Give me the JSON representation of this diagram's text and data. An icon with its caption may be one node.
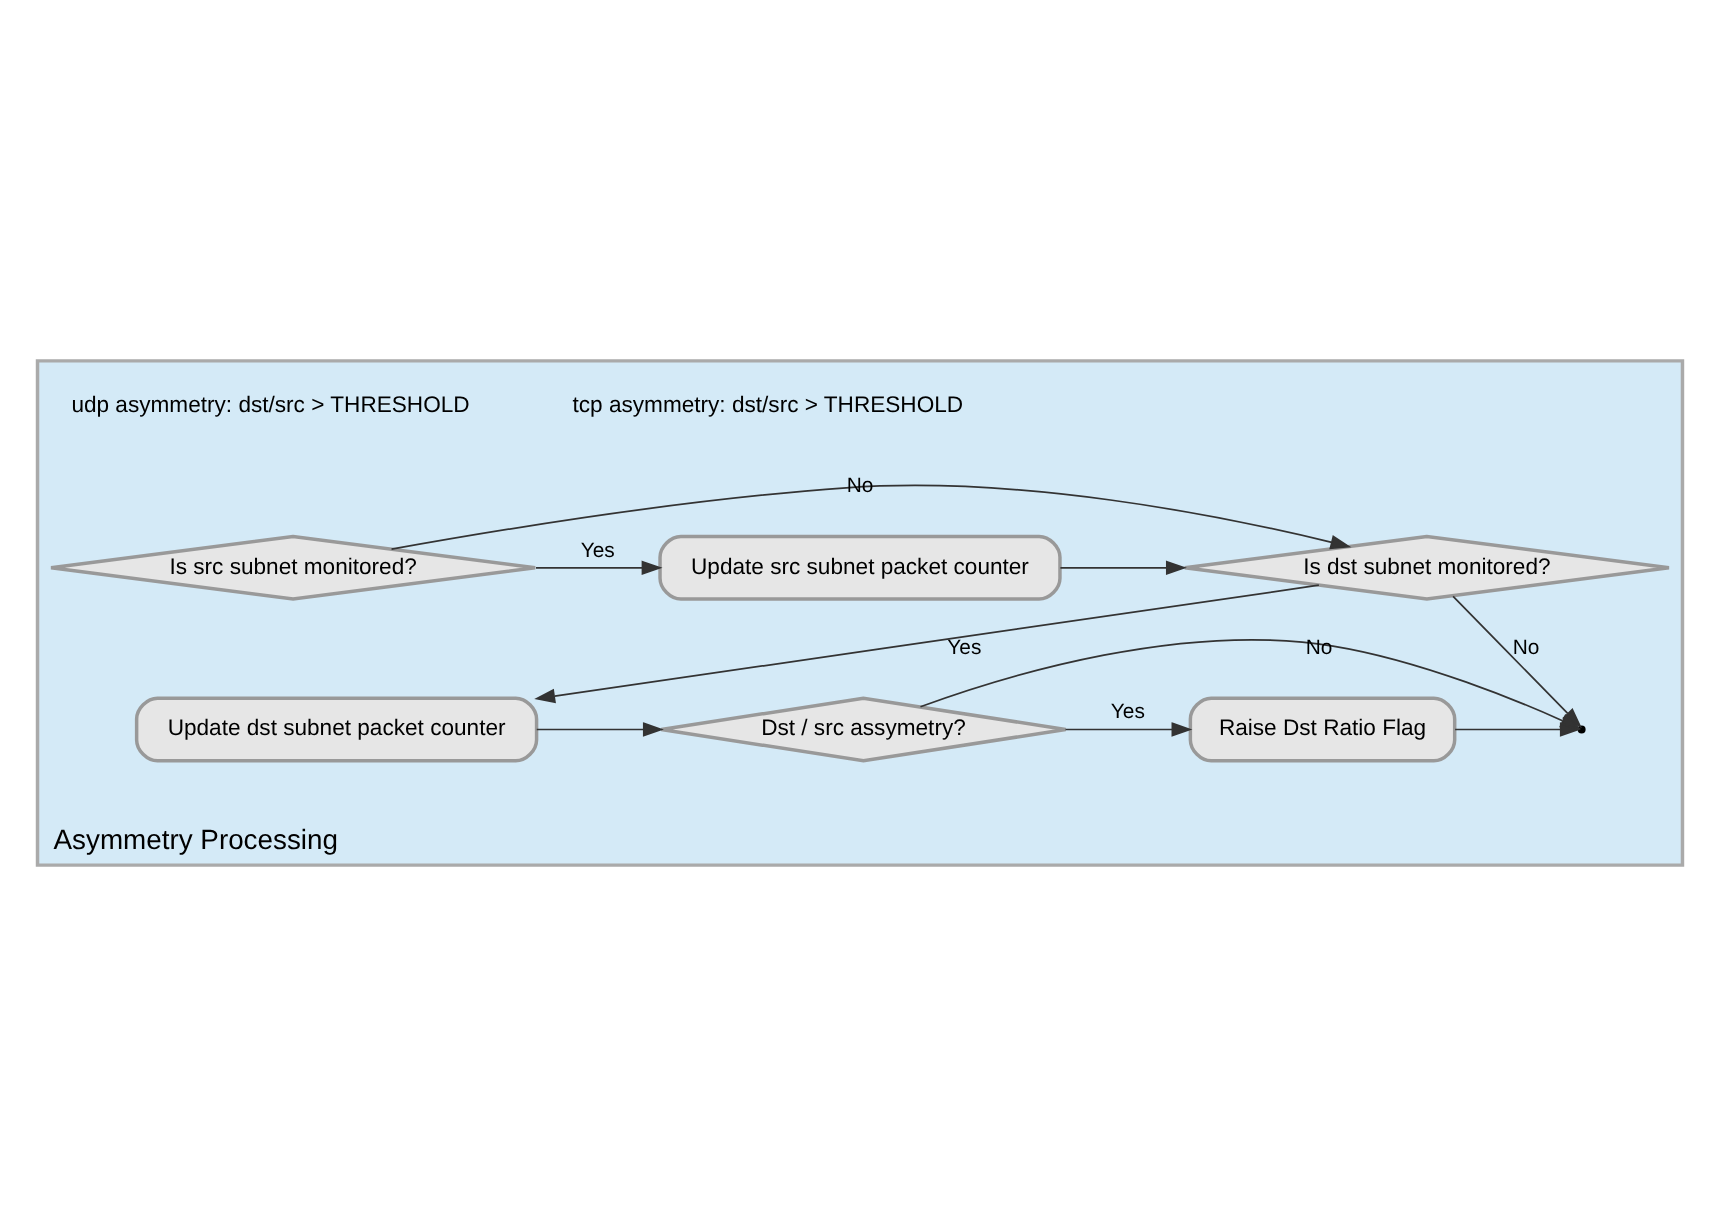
{
  "diagram": {
    "nodes": [
      {
        "text": [
          "Asymmetry Processing"
        ]
      },
      {
        "text": [
          "Is src subnet monitored?"
        ],
        "in": 0
      },
      {
        "text": [
          "Update src subnet packet counter"
        ],
        "in": 0
      },
      {
        "text": [
          "Is dst subnet monitored?"
        ],
        "in": 0
      },
      {
        "text": [
          "Update dst subnet packet counter"
        ],
        "in": 0
      },
      {
        "text": [
          "Dst / src assymetry?"
        ],
        "in": 0
      },
      {
        "text": [
          "Raise Dst Ratio Flag"
        ],
        "in": 0
      }
    ],
    "edges": [
      {
        "from": 1,
        "to": 2,
        "arrow": "to",
        "label": "Yes"
      },
      {
        "from": 1,
        "to": 3,
        "arrow": "to",
        "label": "No"
      },
      {
        "from": 2,
        "to": 3,
        "arrow": "to"
      },
      {
        "from": 3,
        "to": 4,
        "arrow": "to",
        "label": "Yes"
      },
      {
        "from": 3,
        "to": null,
        "arrow": "to",
        "label": "No"
      },
      {
        "from": 4,
        "to": 5,
        "arrow": "to"
      },
      {
        "from": 5,
        "to": 6,
        "arrow": "to",
        "label": "Yes"
      },
      {
        "from": 6,
        "to": null,
        "arrow": "to"
      },
      {
        "from": 5,
        "to": null,
        "arrow": "to",
        "label": "No"
      }
    ],
    "labels": [
      "tcp asymmetry: dst/src > THRESHOLD",
      "udp asymmetry: dst/src > THRESHOLD"
    ]
  }
}
